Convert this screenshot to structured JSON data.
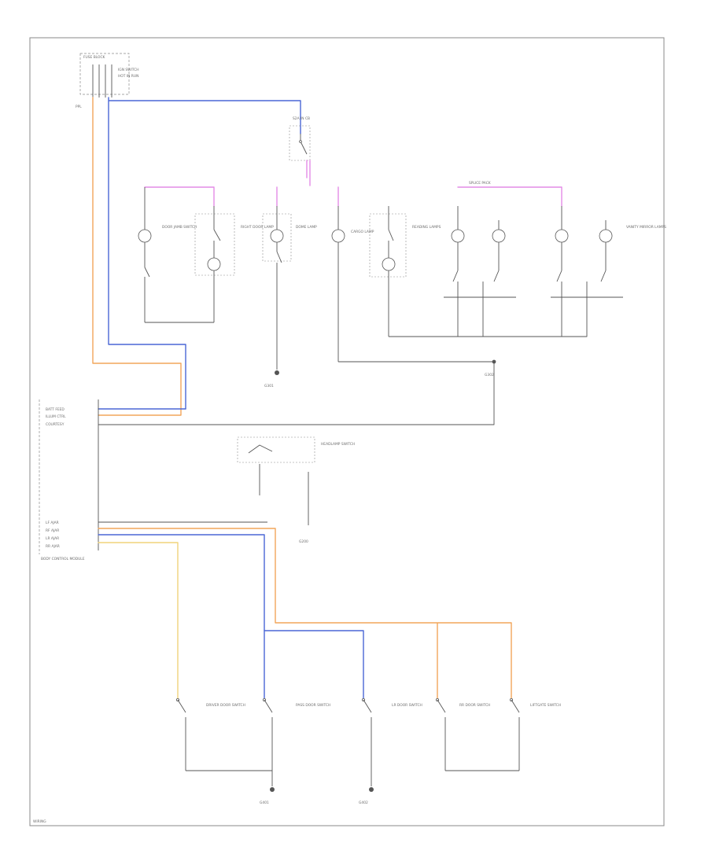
{
  "colors": {
    "frame": "#8a8a8a",
    "circuit": "#555555",
    "orange_wire": "#f2a65a",
    "blue_wire": "#4a67d6",
    "pink_wire": "#e38be6",
    "yellow_wire": "#f0d37a"
  },
  "labels": {
    "fuse_block": "FUSE BLOCK",
    "ign_switch": "IGN SWITCH",
    "hot_run": "HOT IN RUN",
    "power_label": "PPL",
    "splice_1": "S2A IN CB",
    "lamp_1": "DOOR JAMB SWITCH",
    "lamp_2": "RIGHT DOOR LAMP",
    "lamp_3": "DOME LAMP",
    "lamp_4": "CARGO LAMP",
    "lamp_5": "READING LAMPS",
    "lamp_6": "VANITY MIRROR LAMPS",
    "splice_right": "SPLICE PACK",
    "ground_1": "G301",
    "ground_2": "G302",
    "module_name": "BODY CONTROL MODULE",
    "module_pin_1": "BATT FEED",
    "module_pin_2": "ILLUM CTRL",
    "module_pin_3": "COURTESY",
    "module_pin_4": "LF AJAR",
    "module_pin_5": "RF AJAR",
    "module_pin_6": "LR AJAR",
    "module_pin_7": "RR AJAR",
    "switch_mid": "HEADLAMP SWITCH",
    "ground_mid": "G200",
    "door_1": "DRIVER DOOR SWITCH",
    "door_2": "PASS DOOR SWITCH",
    "door_3": "LR DOOR SWITCH",
    "door_4": "RR DOOR SWITCH",
    "door_5": "LIFTGATE SWITCH",
    "ground_bottom_1": "G401",
    "ground_bottom_2": "G402",
    "footer": "WIRING"
  }
}
